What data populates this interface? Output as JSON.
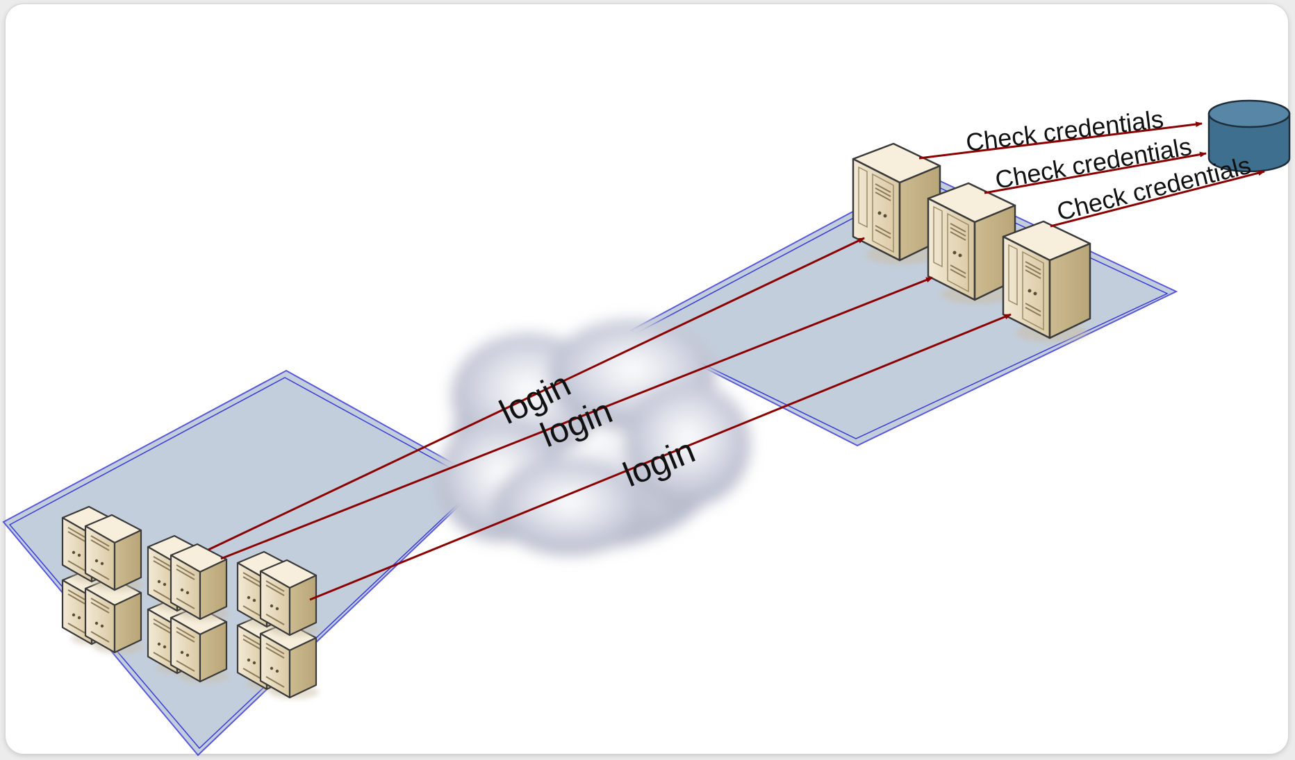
{
  "labels": {
    "check_credentials": [
      "Check credentials",
      "Check credentials",
      "Check credentials"
    ],
    "login": [
      "login",
      "login",
      "login"
    ]
  },
  "nodes": {
    "client_servers": [
      "server-icon",
      "server-icon",
      "server-icon",
      "server-icon",
      "server-icon",
      "server-icon",
      "server-icon",
      "server-icon",
      "server-icon",
      "server-icon",
      "server-icon",
      "server-icon"
    ],
    "auth_servers": [
      "server-icon",
      "server-icon",
      "server-icon"
    ],
    "cloud": "cloud-icon",
    "database": "database-icon"
  },
  "colors": {
    "arrow": "#8b0000",
    "plane_fill": "#b9c6d6",
    "plane_border": "#3a3ad6",
    "database": "#3f6f8e",
    "server_body": "#efe3c8",
    "cloud": "#c3c6d4"
  }
}
